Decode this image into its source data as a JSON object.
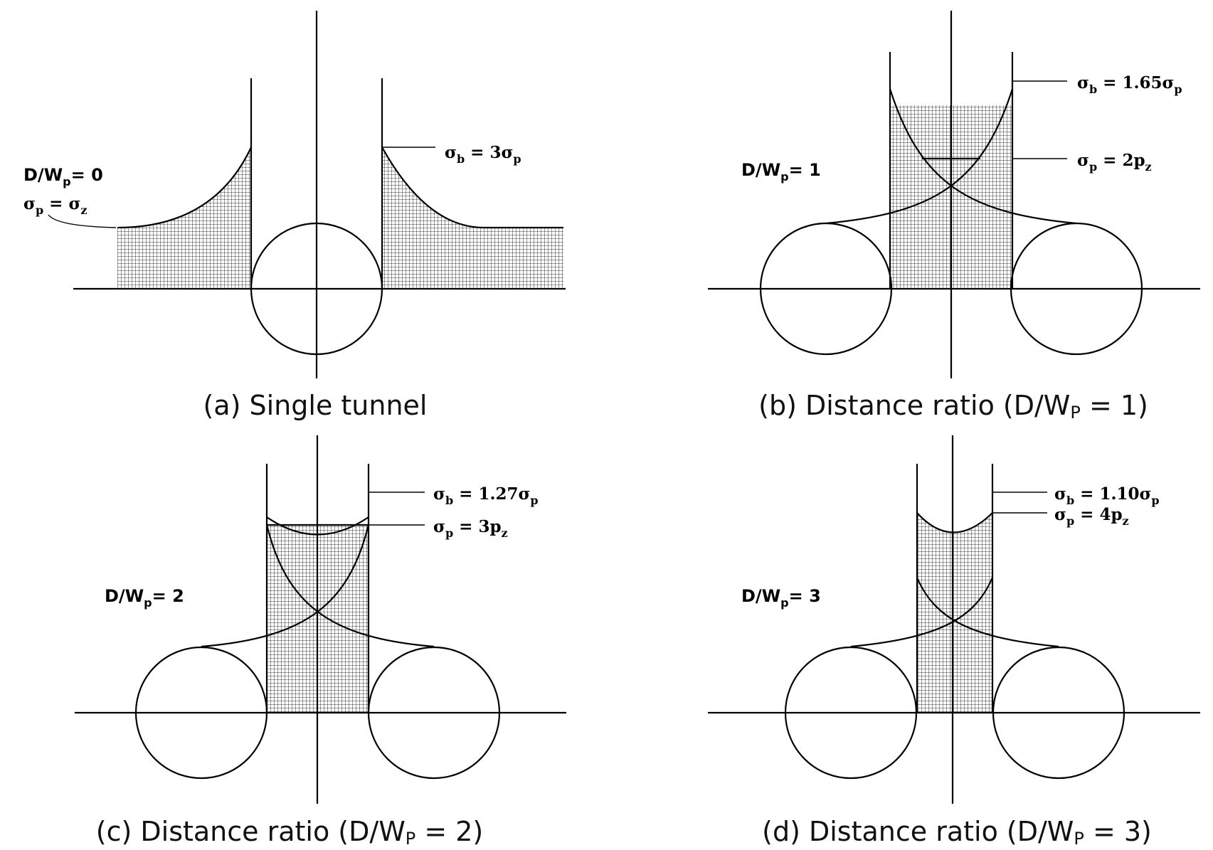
{
  "panels": [
    {
      "id": "a",
      "caption": {
        "pre": "(a) Single tunnel",
        "sub": "",
        "post": ""
      },
      "ratio": {
        "pre": "D/W",
        "sub": "p",
        "post": "= 0"
      },
      "labels": [
        {
          "key": "sb",
          "main": "σ",
          "sub": "b",
          "mid": " =  3σ",
          "sub2": "p"
        },
        {
          "key": "sp",
          "main": "σ",
          "sub": "p",
          "mid": " =  σ",
          "sub2": "z"
        }
      ]
    },
    {
      "id": "b",
      "caption": {
        "pre": "(b) Distance ratio (D/W",
        "sub": "P",
        "post": " = 1)"
      },
      "ratio": {
        "pre": "D/W",
        "sub": "p",
        "post": "= 1"
      },
      "labels": [
        {
          "key": "sb",
          "main": "σ",
          "sub": "b",
          "mid": " =  1.65σ",
          "sub2": "p"
        },
        {
          "key": "sp",
          "main": "σ",
          "sub": "p",
          "mid": " =  2p",
          "sub2": "z"
        }
      ]
    },
    {
      "id": "c",
      "caption": {
        "pre": "(c) Distance ratio (D/W",
        "sub": "P",
        "post": " = 2)"
      },
      "ratio": {
        "pre": "D/W",
        "sub": "p",
        "post": "= 2"
      },
      "labels": [
        {
          "key": "sb",
          "main": "σ",
          "sub": "b",
          "mid": " =  1.27σ",
          "sub2": "p"
        },
        {
          "key": "sp",
          "main": "σ",
          "sub": "p",
          "mid": " =  3p",
          "sub2": "z"
        }
      ]
    },
    {
      "id": "d",
      "caption": {
        "pre": "(d) Distance ratio (D/W",
        "sub": "P",
        "post": " = 3)"
      },
      "ratio": {
        "pre": "D/W",
        "sub": "p",
        "post": "= 3"
      },
      "labels": [
        {
          "key": "sb",
          "main": "σ",
          "sub": "b",
          "mid": " =  1.10σ",
          "sub2": "p"
        },
        {
          "key": "sp",
          "main": "σ",
          "sub": "p",
          "mid": " =  4p",
          "sub2": "z"
        }
      ]
    }
  ]
}
